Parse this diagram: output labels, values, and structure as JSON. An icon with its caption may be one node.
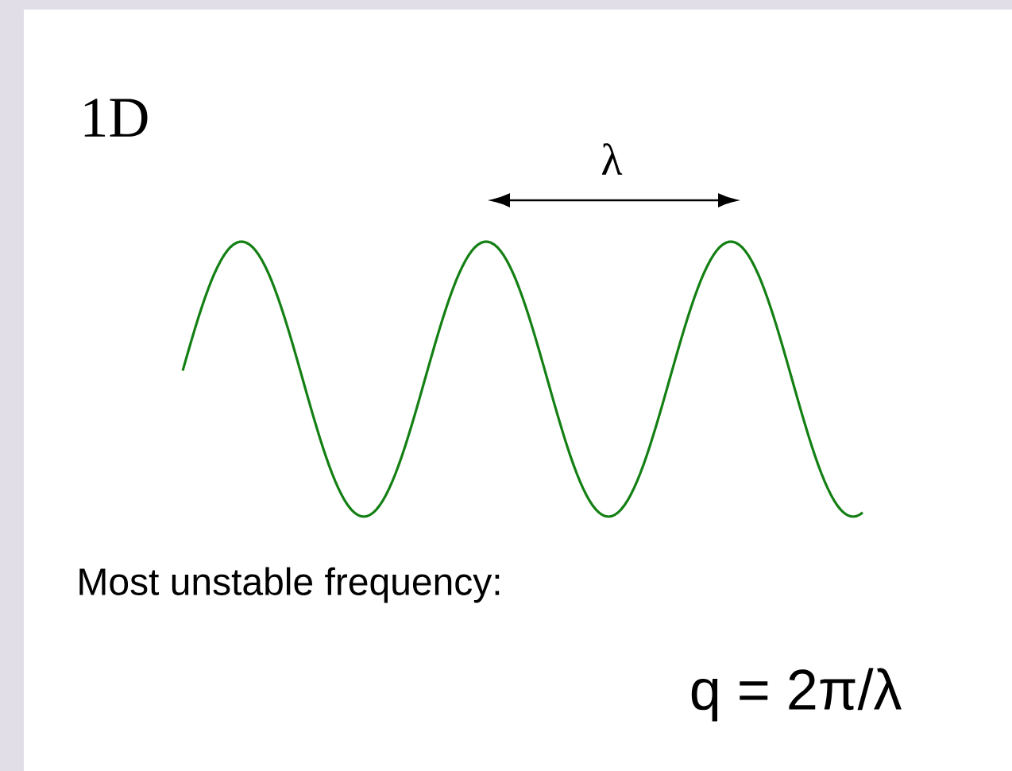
{
  "diagram": {
    "labels": [
      "1D",
      "λ",
      "Most unstable frequency:",
      "q = 2π/λ"
    ]
  }
}
